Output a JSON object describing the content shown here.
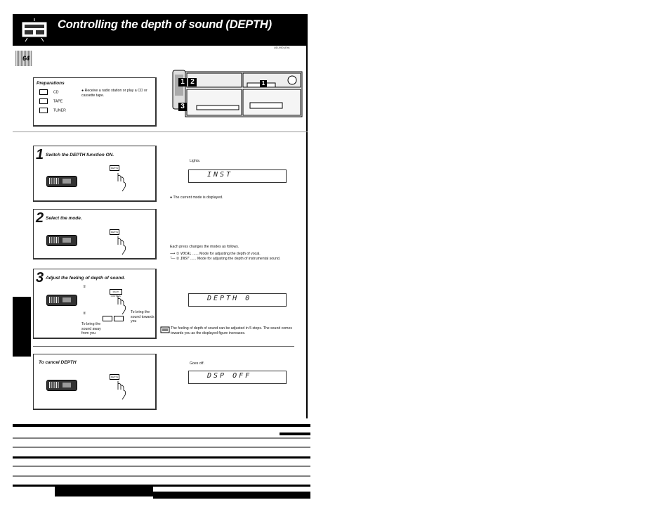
{
  "header": {
    "title": "Controlling the depth of sound (DEPTH)",
    "model": "UD-950 (En)"
  },
  "page_number": "64",
  "preparations": {
    "title": "Preparations",
    "sources": [
      "CD",
      "TAPE",
      "TUNER"
    ],
    "note": "Receive a radio station or play a CD or cassette tape."
  },
  "callouts": [
    "1",
    "2",
    "3"
  ],
  "steps": [
    {
      "num": "1",
      "title": "Switch the DEPTH function ON.",
      "button": "DEPTH",
      "display_label": "Lights.",
      "display_text": "INST",
      "note": "The current mode is displayed."
    },
    {
      "num": "2",
      "title": "Select the mode.",
      "button": "DEPTH",
      "intro": "Each press changes the modes as follows.",
      "modes": [
        {
          "marker": "①",
          "code": "VOCAL",
          "desc": "Mode for adjusting the depth of vocal."
        },
        {
          "marker": "②",
          "code": "INST",
          "desc": "Mode for adjusting the depth of instrumental sound."
        }
      ]
    },
    {
      "num": "3",
      "title": "Adjust the feeling of depth of sound.",
      "marker1": "①",
      "marker2": "②",
      "buttons": [
        "MULTI CONTROL",
        "",
        ""
      ],
      "towards": "To bring the sound towards you",
      "away": "To bring the sound away from you",
      "display_text": "DEPTH 0",
      "note": "The feeling of depth of sound can be adjusted in 5 steps. The sound comes towards you as the displayed figure increases."
    }
  ],
  "cancel": {
    "title": "To cancel DEPTH",
    "button": "DEPTH",
    "display_label": "Goes off.",
    "display_text": "DSP OFF"
  }
}
